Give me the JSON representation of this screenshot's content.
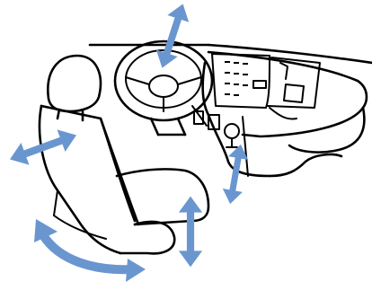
{
  "illustration": {
    "subject": "seat-and-steering-adjustment",
    "colors": {
      "line_art": "#000000",
      "adjustment_arrow": "#6a96d0",
      "background": "#ffffff"
    },
    "icons": [
      "steering-wheel-icon",
      "driver-seat-icon",
      "dashboard-icon",
      "double-arrow-icon",
      "curved-double-arrow-icon"
    ],
    "adjustment_arrows": [
      {
        "id": "steering-tilt",
        "icon": "double-arrow-icon"
      },
      {
        "id": "seat-slide",
        "icon": "double-arrow-icon"
      },
      {
        "id": "seat-height",
        "icon": "double-arrow-icon"
      },
      {
        "id": "pedal-reach",
        "icon": "double-arrow-icon"
      },
      {
        "id": "seat-recline",
        "icon": "curved-double-arrow-icon"
      }
    ]
  }
}
